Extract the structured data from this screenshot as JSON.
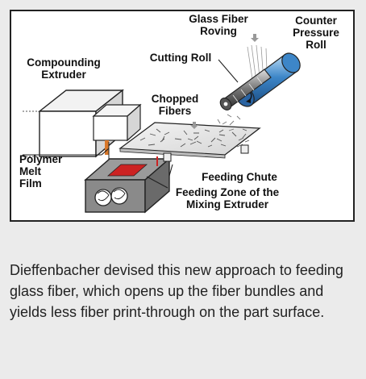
{
  "diagram": {
    "labels": {
      "glass_fiber_roving": "Glass Fiber\nRoving",
      "counter_pressure_roll": "Counter\nPressure\nRoll",
      "compounding_extruder": "Compounding\nExtruder",
      "cutting_roll": "Cutting Roll",
      "chopped_fibers": "Chopped\nFibers",
      "polymer_melt_film": "Polymer\nMelt\nFilm",
      "feeding_chute": "Feeding Chute",
      "feeding_zone": "Feeding Zone of the\nMixing Extruder"
    },
    "colors": {
      "roll_blue": "#3d86c8",
      "melt_red": "#cc2222",
      "outline": "#222222"
    }
  },
  "caption": "Dieffenbacher devised this new approach to feeding glass fiber, which opens up the fiber bundles and yields less fiber print-through on the part surface."
}
